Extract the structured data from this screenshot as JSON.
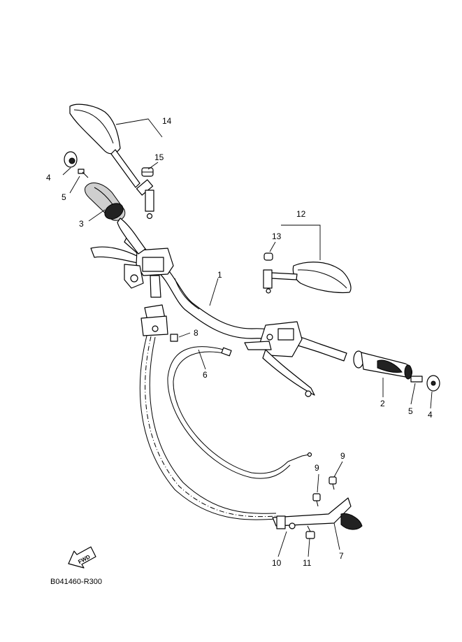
{
  "diagram": {
    "reference_code": "B041460-R300",
    "fwd_label": "FWD",
    "callouts": {
      "c1": "1",
      "c2": "2",
      "c3": "3",
      "c4_left": "4",
      "c4_right": "4",
      "c5_left": "5",
      "c5_right": "5",
      "c6": "6",
      "c7": "7",
      "c8": "8",
      "c9_a": "9",
      "c9_b": "9",
      "c10": "10",
      "c11": "11",
      "c12": "12",
      "c13": "13",
      "c14": "14",
      "c15": "15"
    }
  }
}
